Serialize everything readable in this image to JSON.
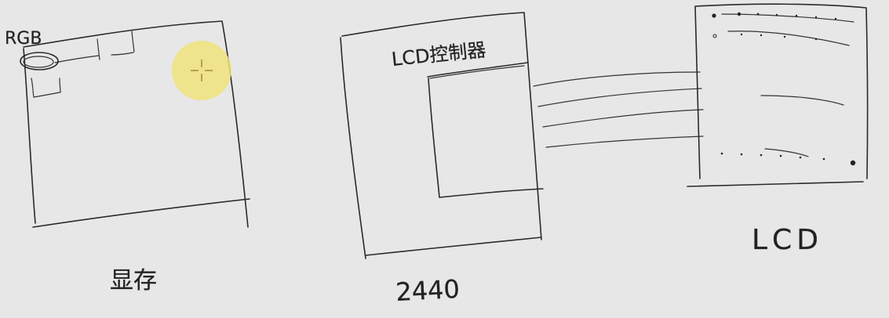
{
  "labels": {
    "rgb": "RGB",
    "framebuffer": "显存",
    "lcd_controller": "LCD控制器",
    "soc": "2440",
    "lcd": "LCD"
  },
  "cursor": {
    "highlight_color": "#f0e27a",
    "icon": "crosshair-icon"
  }
}
